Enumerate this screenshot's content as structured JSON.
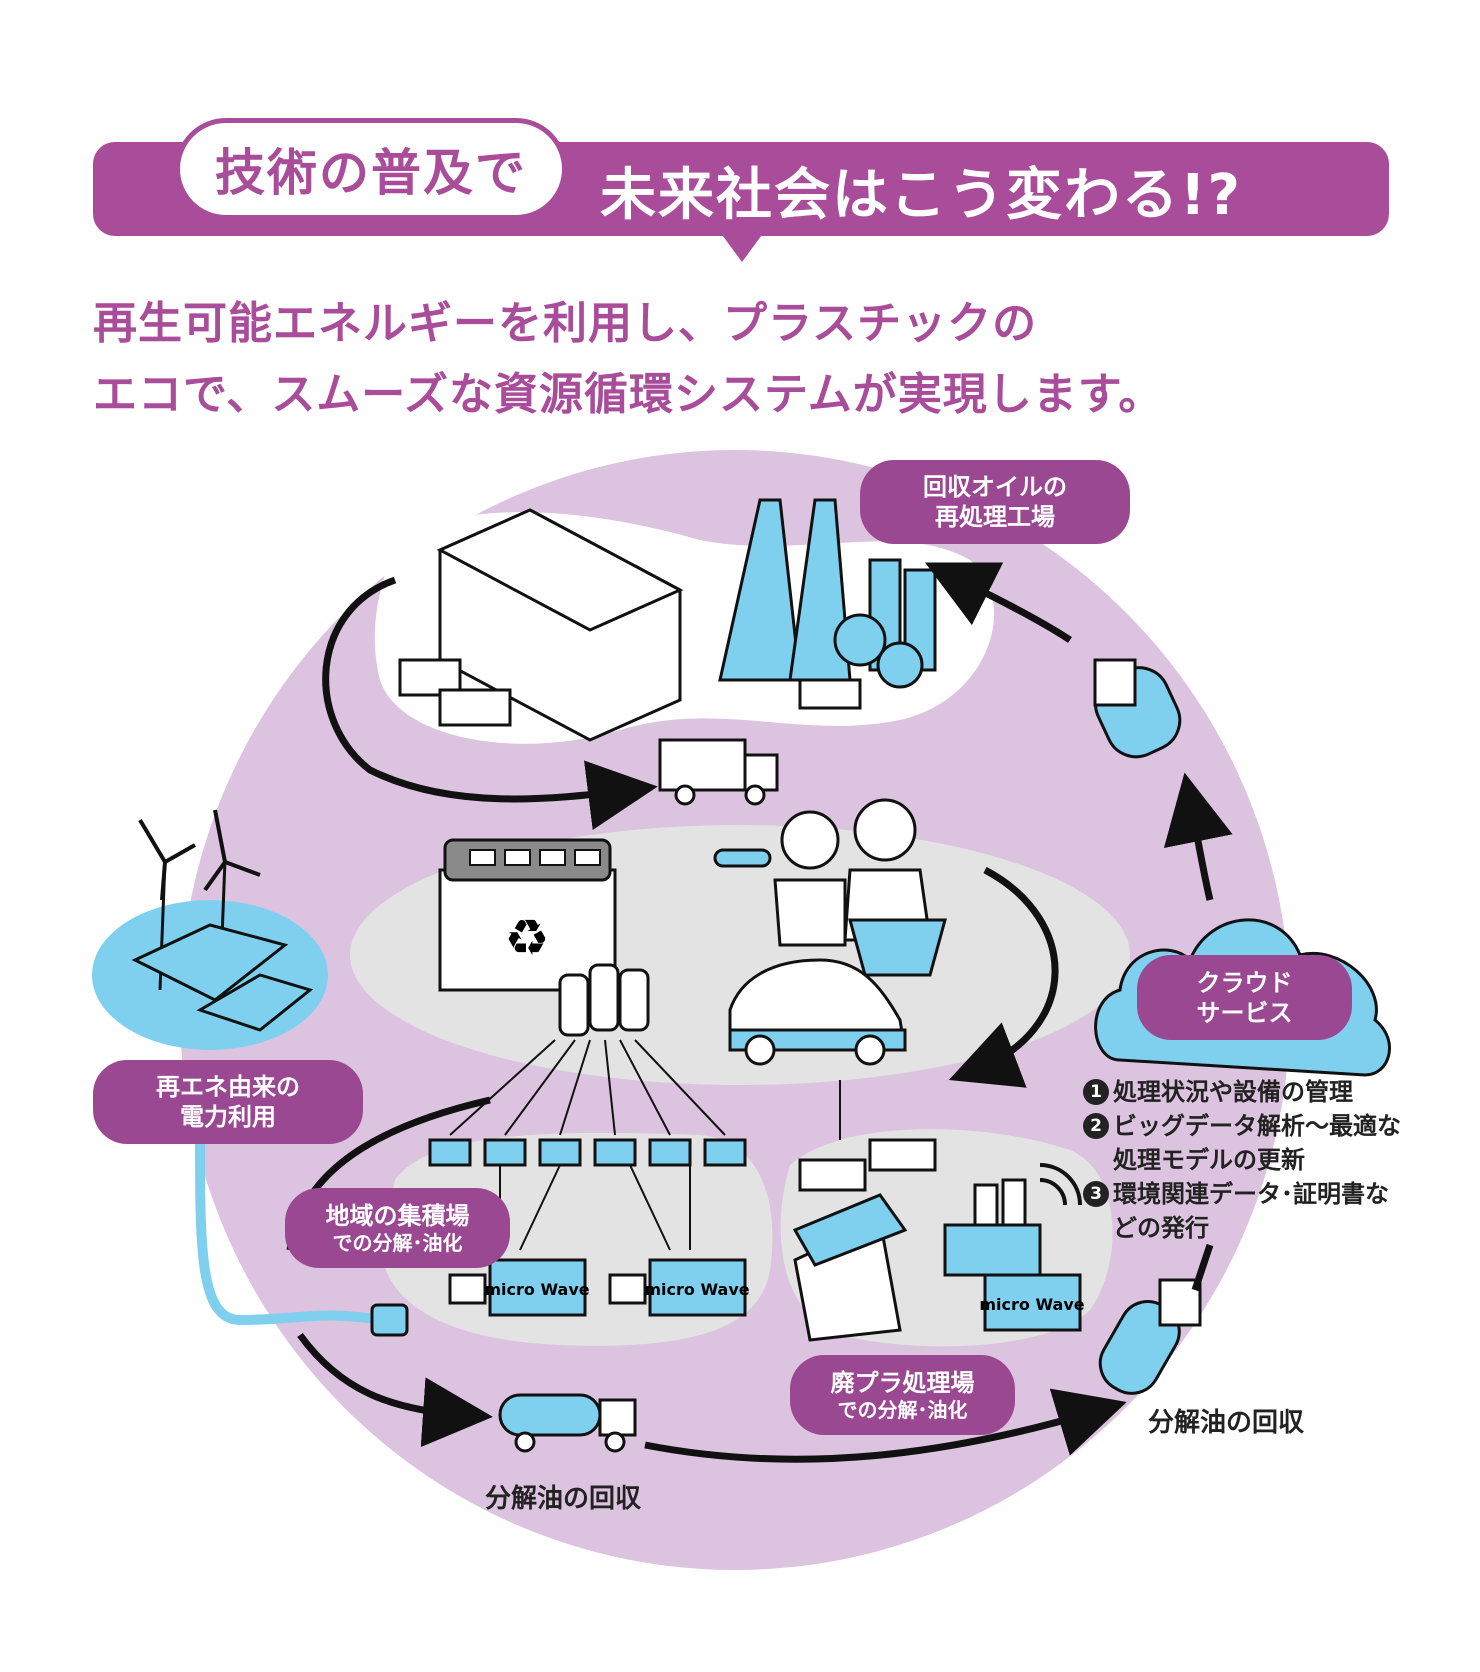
{
  "header": {
    "pill_text": "技術の普及で",
    "title": "未来社会はこう変わる!?"
  },
  "subtitle": {
    "line1": "再生可能エネルギーを利用し、プラスチックの",
    "line2": "エコで、スムーズな資源循環システムが実現します。"
  },
  "labels": {
    "oil_factory": {
      "line1": "回収オイルの",
      "line2": "再処理工場"
    },
    "renewable_power": {
      "line1": "再エネ由来の",
      "line2": "電力利用"
    },
    "cloud_service": {
      "line1": "クラウド",
      "line2": "サービス"
    },
    "regional_hub": {
      "line1": "地域の集積場",
      "line2": "での分解･油化"
    },
    "waste_plant": {
      "line1": "廃プラ処理場",
      "line2": "での分解･油化"
    }
  },
  "cloud_service_items": [
    {
      "num": "1",
      "text": "処理状況や設備の管理"
    },
    {
      "num": "2",
      "text": "ビッグデータ解析〜最適な処理モデルの更新"
    },
    {
      "num": "3",
      "text": "環境関連データ･証明書などの発行"
    }
  ],
  "captions": {
    "oil_collection_bottom": "分解油の回収",
    "oil_collection_right": "分解油の回収"
  },
  "equipment_text": "micro Wave",
  "colors": {
    "purple": "#a94c9a",
    "lavender": "#dcc3df",
    "light_blue": "#7fd0ef",
    "gray": "#e2e2e2",
    "black": "#111111"
  }
}
